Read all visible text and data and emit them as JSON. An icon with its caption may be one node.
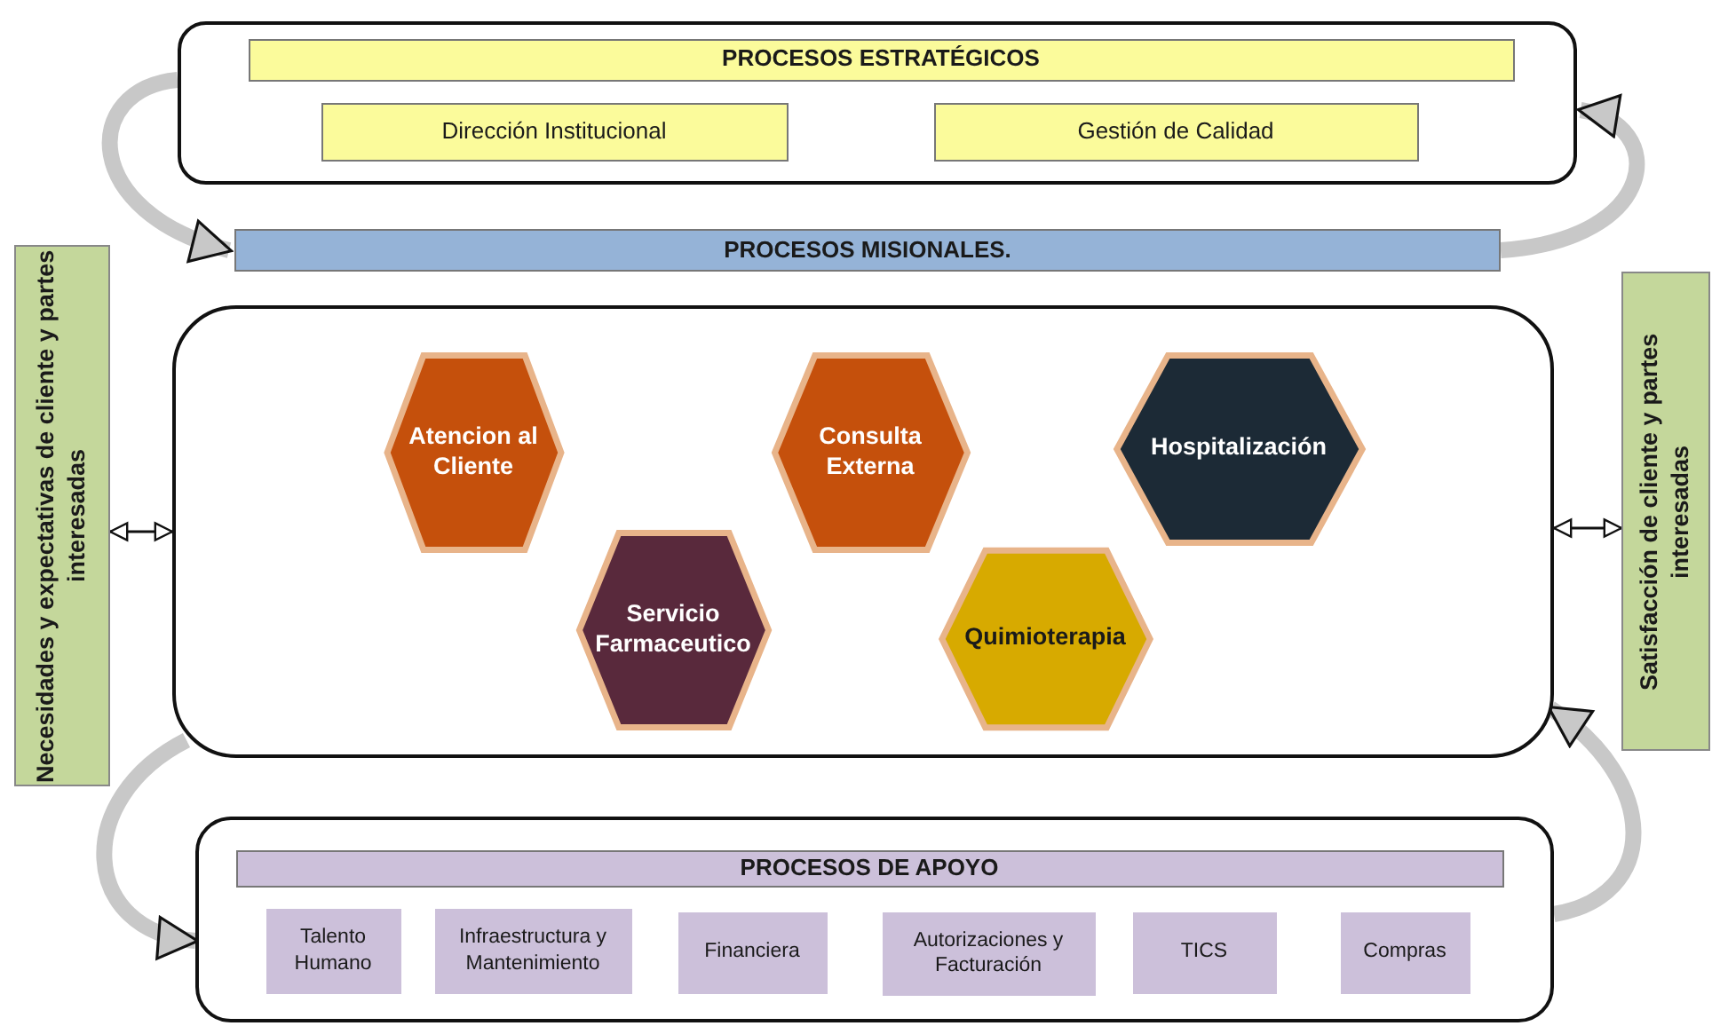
{
  "diagram": {
    "nodes": [
      {
        "text": [],
        "shape": "box"
      },
      {
        "text": [
          "PROCESOS ESTRATÉGICOS"
        ],
        "in": 0
      },
      {
        "text": [
          "Dirección Institucional"
        ],
        "in": 0
      },
      {
        "text": [
          "Gestión de Calidad"
        ],
        "in": 0
      },
      {
        "text": [
          "PROCESOS MISIONALES."
        ]
      },
      {
        "text": [],
        "shape": "box"
      },
      {
        "text": [
          "Atencion al Cliente"
        ],
        "in": 5
      },
      {
        "text": [
          "Consulta Externa"
        ],
        "in": 5
      },
      {
        "text": [
          "Hospitalización"
        ],
        "in": 5
      },
      {
        "text": [
          "Servicio Farmaceutico"
        ],
        "in": 5
      },
      {
        "text": [
          "Quimioterapia"
        ],
        "in": 5
      },
      {
        "text": [],
        "shape": "box"
      },
      {
        "text": [
          "PROCESOS DE APOYO"
        ],
        "in": 11
      },
      {
        "text": [
          "Talento Humano"
        ],
        "in": 11
      },
      {
        "text": [
          "Infraestructura y Mantenimiento"
        ],
        "in": 11
      },
      {
        "text": [
          "Financiera"
        ],
        "in": 11
      },
      {
        "text": [
          "Autorizaciones y Facturación"
        ],
        "in": 11
      },
      {
        "text": [
          "TICS"
        ],
        "in": 11
      },
      {
        "text": [
          "Compras"
        ],
        "in": 11
      },
      {
        "text": [
          "Necesidades y expectativas de cliente y partes interesadas"
        ]
      },
      {
        "text": [
          "Satisfacción  de cliente y partes interesadas"
        ]
      }
    ],
    "edges": [
      {
        "from": 0,
        "to": 4,
        "arrow": "to"
      },
      {
        "from": 4,
        "to": 0,
        "arrow": "to"
      },
      {
        "from": 5,
        "to": 11,
        "arrow": "to"
      },
      {
        "from": 11,
        "to": 5,
        "arrow": "to"
      },
      {
        "from": 19,
        "to": 5,
        "arrow": "both",
        "color": "#111111"
      },
      {
        "from": 5,
        "to": 20,
        "arrow": "both",
        "color": "#111111"
      }
    ]
  }
}
